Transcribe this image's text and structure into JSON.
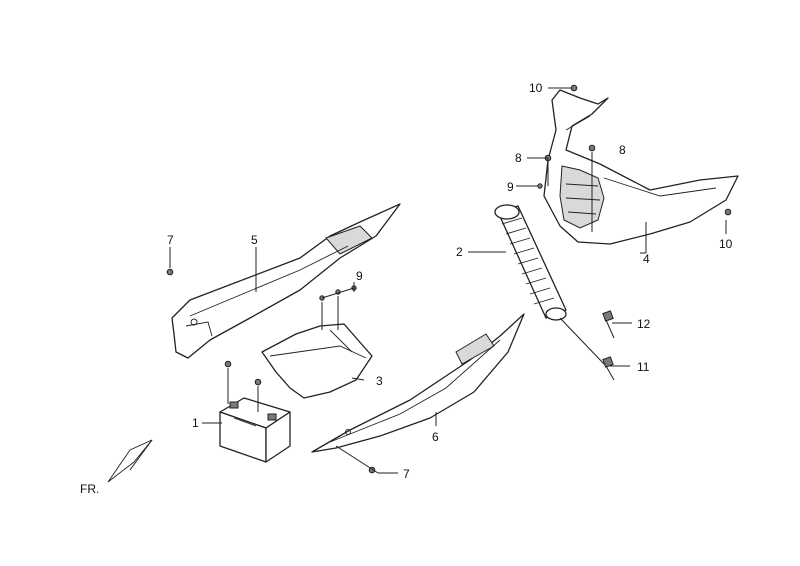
{
  "callouts": [
    {
      "id": "c1",
      "text": "1"
    },
    {
      "id": "c2",
      "text": "2"
    },
    {
      "id": "c3",
      "text": "3"
    },
    {
      "id": "c4",
      "text": "4"
    },
    {
      "id": "c5",
      "text": "5"
    },
    {
      "id": "c6",
      "text": "6"
    },
    {
      "id": "c7a",
      "text": "7"
    },
    {
      "id": "c7b",
      "text": "7"
    },
    {
      "id": "c8a",
      "text": "8"
    },
    {
      "id": "c8b",
      "text": "8"
    },
    {
      "id": "c9a",
      "text": "9"
    },
    {
      "id": "c9b",
      "text": "9"
    },
    {
      "id": "c10a",
      "text": "10"
    },
    {
      "id": "c10b",
      "text": "10"
    },
    {
      "id": "c11",
      "text": "11"
    },
    {
      "id": "c12",
      "text": "12"
    }
  ],
  "front_indicator": {
    "label": "FR."
  }
}
